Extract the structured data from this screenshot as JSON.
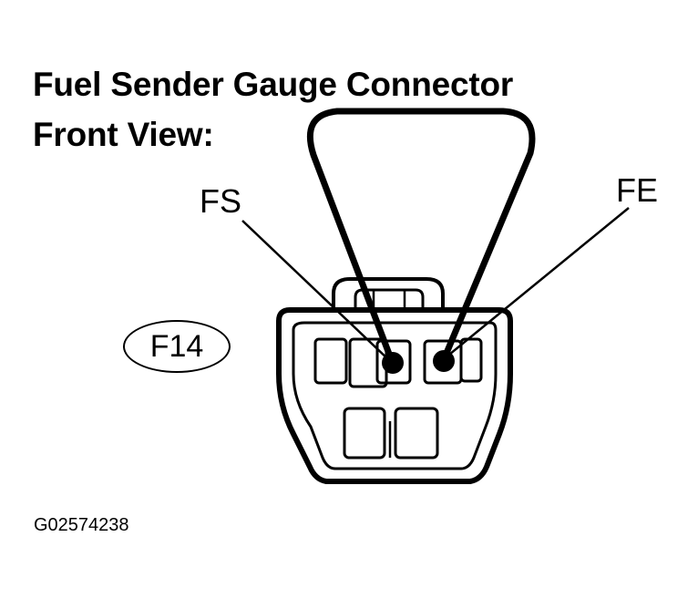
{
  "diagram": {
    "title": "Fuel Sender Gauge Connector",
    "subtitle": "Front View:",
    "pins": {
      "fs_label": "FS",
      "fe_label": "FE"
    },
    "connector_id": "F14",
    "figure_code": "G02574238"
  }
}
